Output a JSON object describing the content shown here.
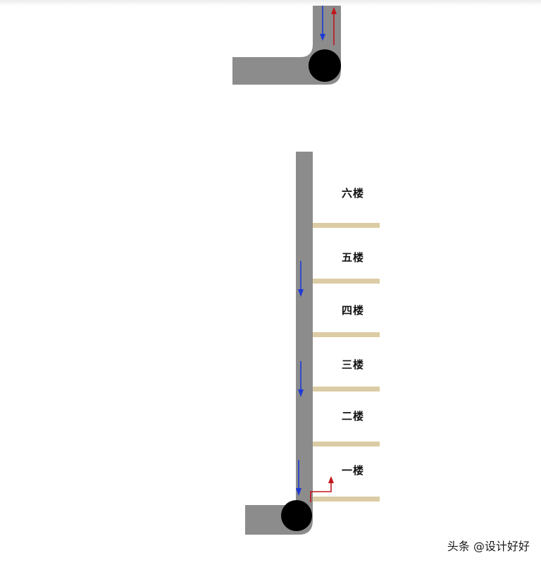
{
  "floors": [
    {
      "label": "六楼"
    },
    {
      "label": "五楼"
    },
    {
      "label": "四楼"
    },
    {
      "label": "三楼"
    },
    {
      "label": "二楼"
    },
    {
      "label": "一楼"
    }
  ],
  "watermark": "头条 @设计好好",
  "colors": {
    "pipe": "#8c8c8c",
    "floor_slab": "#dccca5",
    "down_arrow": "#1f3ad6",
    "up_arrow": "#c0161b",
    "elbow_ball": "#000000"
  }
}
